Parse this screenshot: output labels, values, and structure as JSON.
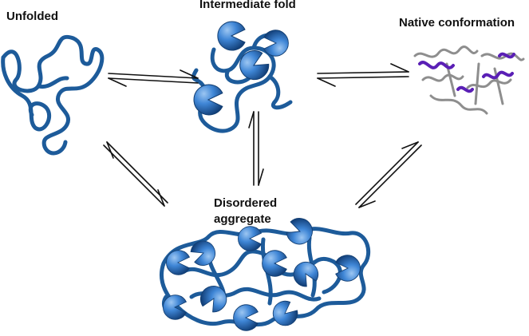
{
  "labels": {
    "unfolded": "Unfolded",
    "intermediate": "Intermediate fold",
    "native": "Native conformation",
    "aggregate_line1": "Disordered",
    "aggregate_line2": "aggregate"
  },
  "colors": {
    "chain": "#1d5b9a",
    "domain_light": "#6aa5e6",
    "domain_dark": "#1c4f8c",
    "helix_purple": "#5a1fb5",
    "helix_grey": "#8e8e8e",
    "arrow": "#111111"
  },
  "icons": {
    "equilibrium": "double-harpoon-arrow",
    "folded_domain": "pac-sphere"
  }
}
